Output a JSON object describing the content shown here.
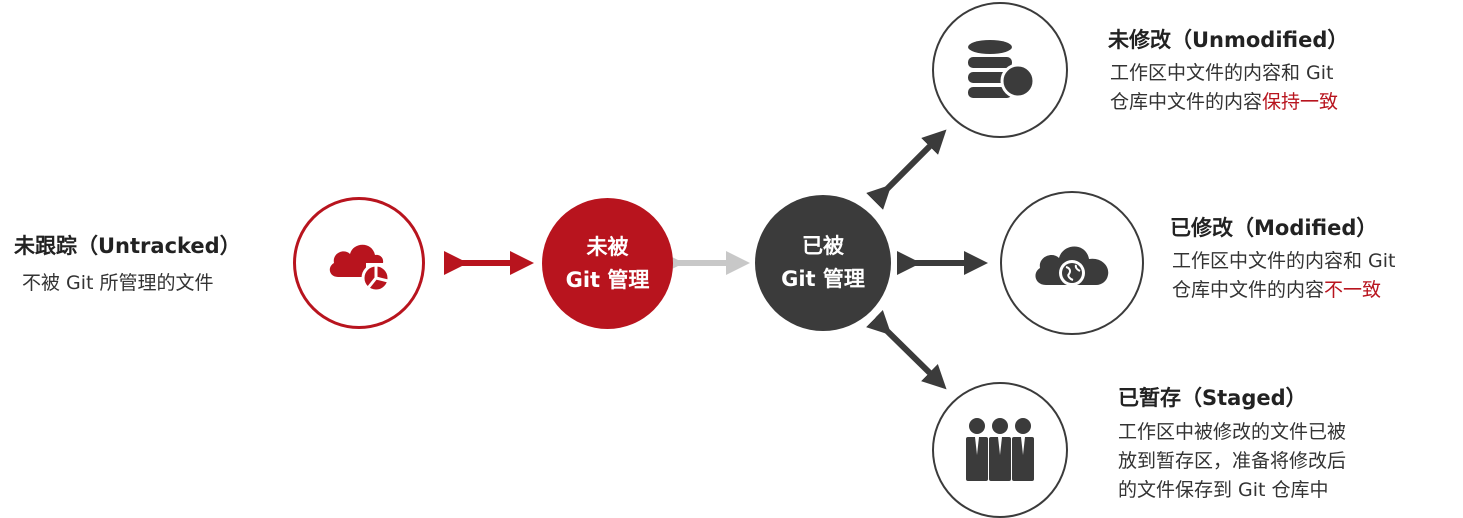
{
  "untracked": {
    "title": "未跟踪（Untracked）",
    "desc": "不被 Git 所管理的文件"
  },
  "node_unmanaged": {
    "line1": "未被",
    "line2": "Git 管理"
  },
  "node_managed": {
    "line1": "已被",
    "line2": "Git 管理"
  },
  "unmodified": {
    "title": "未修改（Unmodified）",
    "desc_line1": "工作区中文件的内容和 Git",
    "desc_line2_prefix": "仓库中文件的内容",
    "desc_line2_highlight": "保持一致"
  },
  "modified": {
    "title": "已修改（Modified）",
    "desc_line1": "工作区中文件的内容和 Git",
    "desc_line2_prefix": "仓库中文件的内容",
    "desc_line2_highlight": "不一致"
  },
  "staged": {
    "title": "已暂存（Staged）",
    "desc_line1": "工作区中被修改的文件已被",
    "desc_line2": "放到暂存区，准备将修改后",
    "desc_line3": "的文件保存到 Git 仓库中"
  },
  "icons": {
    "untracked": "cloud-chart-icon",
    "unmodified": "database-icon",
    "modified": "cloud-globe-icon",
    "staged": "team-icon"
  },
  "colors": {
    "accent_red": "#b8141e",
    "dark_gray": "#3b3b3b",
    "light_gray": "#c8c8c8"
  }
}
